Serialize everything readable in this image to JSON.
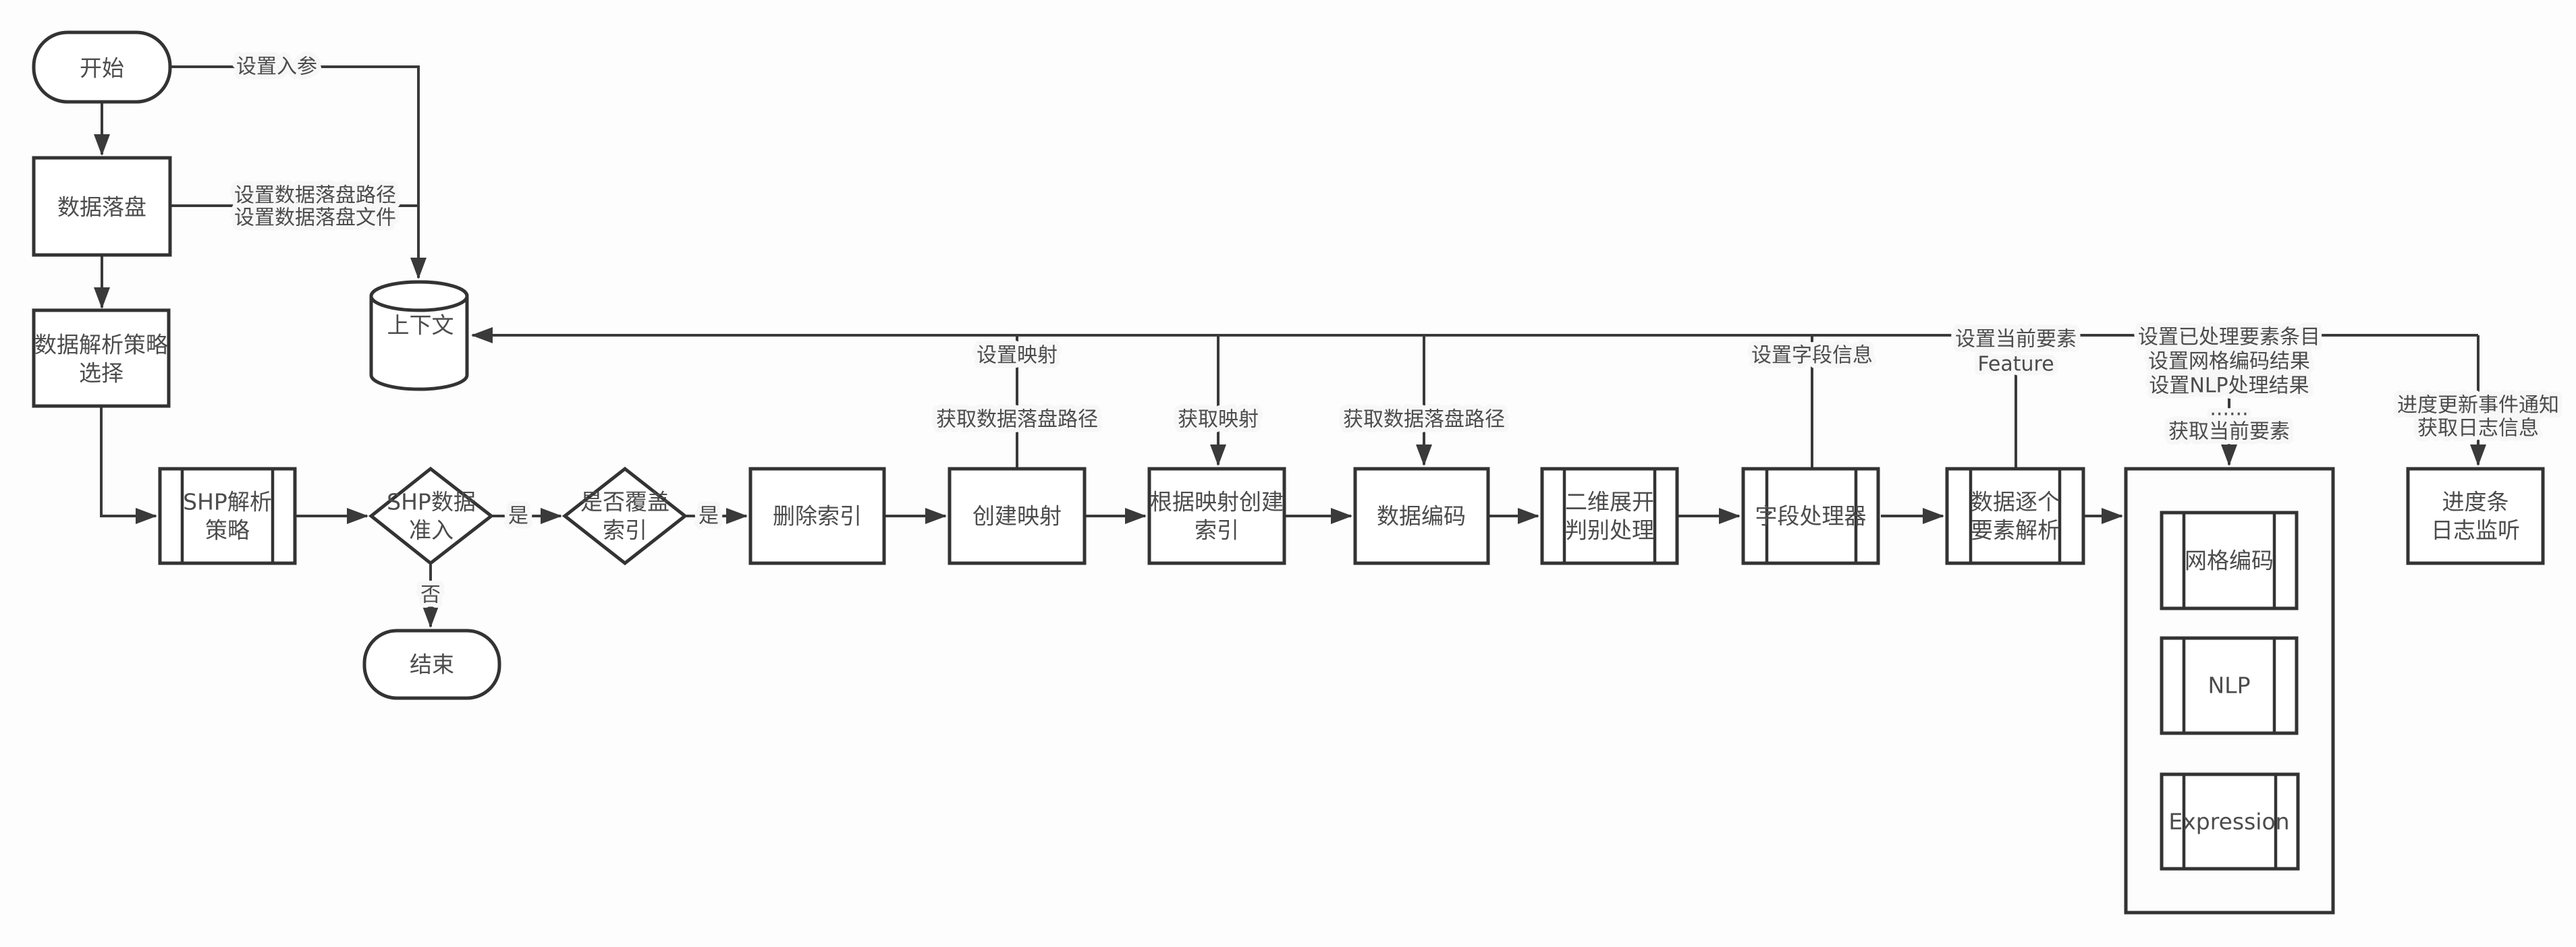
{
  "nodes": {
    "start": {
      "label": "开始"
    },
    "data_landing": {
      "label": "数据落盘"
    },
    "parse_strategy_select": {
      "line1": "数据解析策略",
      "line2": "选择"
    },
    "context": {
      "label": "上下文"
    },
    "shp_parse_strategy": {
      "line1": "SHP解析",
      "line2": "策略"
    },
    "shp_data_admission": {
      "line1": "SHP数据",
      "line2": "准入"
    },
    "overwrite_index_decision": {
      "line1": "是否覆盖",
      "line2": "索引"
    },
    "delete_index": {
      "label": "删除索引"
    },
    "create_mapping": {
      "label": "创建映射"
    },
    "create_index_by_mapping": {
      "line1": "根据映射创建",
      "line2": "索引"
    },
    "data_encoding": {
      "label": "数据编码"
    },
    "two_dim_expand_judge": {
      "line1": "二维展开",
      "line2": "判别处理"
    },
    "field_processor": {
      "label": "字段处理器"
    },
    "parse_feature_one_by_one": {
      "line1": "数据逐个",
      "line2": "要素解析"
    },
    "grid_encoding": {
      "label": "网格编码"
    },
    "nlp": {
      "label": "NLP"
    },
    "expression": {
      "label": "Expression"
    },
    "progress_log_listener": {
      "line1": "进度条",
      "line2": "日志监听"
    },
    "end": {
      "label": "结束"
    }
  },
  "edge_labels": {
    "set_input_params": "设置入参",
    "set_landing_path": "设置数据落盘路径",
    "set_landing_file": "设置数据落盘文件",
    "yes_after_admission": "是",
    "no_after_admission": "否",
    "yes_after_overwrite": "是",
    "set_mapping": "设置映射",
    "get_landing_path_1": "获取数据落盘路径",
    "get_mapping": "获取映射",
    "get_landing_path_2": "获取数据落盘路径",
    "set_field_info": "设置字段信息",
    "set_current_feature_line1": "设置当前要素",
    "set_current_feature_line2": "Feature",
    "set_processed_feature_count": "设置已处理要素条目",
    "set_grid_encoding_result": "设置网格编码结果",
    "set_nlp_result": "设置NLP处理结果",
    "ellipsis": "......",
    "get_current_feature": "获取当前要素",
    "progress_update_event": "进度更新事件通知",
    "get_log_info": "获取日志信息"
  },
  "colors": {
    "line": "#3a3a3a",
    "shape_stroke": "#333333",
    "text": "#4c4c4c",
    "background": "#fdfdfd"
  }
}
